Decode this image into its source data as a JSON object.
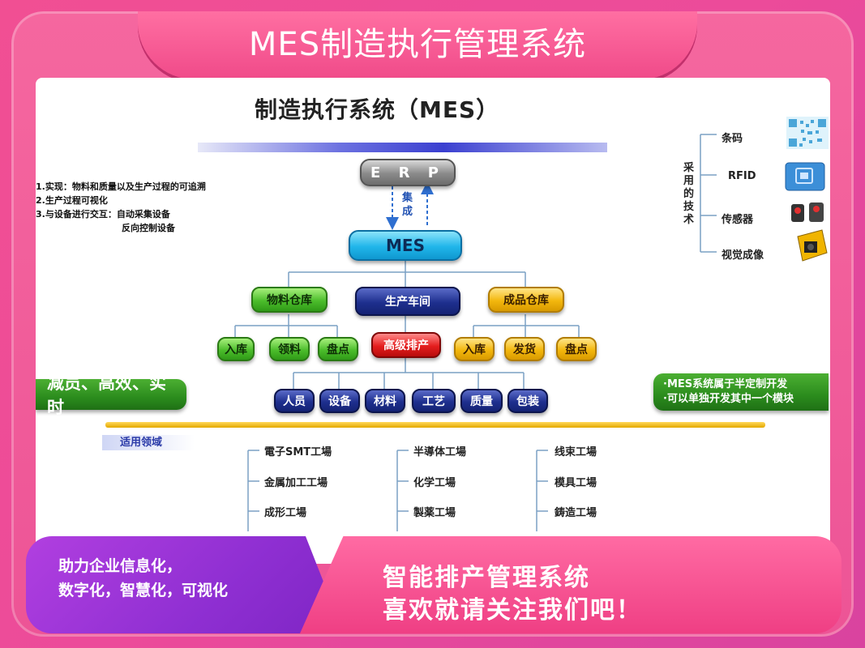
{
  "banner_title": "MES制造执行管理系统",
  "diagram_title": "制造执行系统（MES）",
  "erp": "E R P",
  "integration": "集成",
  "mes": "MES",
  "level1": [
    "物料仓库",
    "生产车间",
    "成品仓库"
  ],
  "material_children": [
    "入库",
    "领料",
    "盘点"
  ],
  "workshop_child": "高级排产",
  "product_children": [
    "入库",
    "发货",
    "盘点"
  ],
  "resources": [
    "人员",
    "设备",
    "材料",
    "工艺",
    "质量",
    "包装"
  ],
  "notes": [
    "1.实现：物料和质量以及生产过程的可追溯",
    "2.生产过程可视化",
    "3.与设备进行交互：自动采集设备",
    "反向控制设备"
  ],
  "tech_label": "采用的技术",
  "tech_items": [
    "条码",
    "RFID",
    "传感器",
    "视觉成像"
  ],
  "left_pill": "减员、高效、实时",
  "right_pill": [
    "·MES系统属于半定制开发",
    "·可以单独开发其中一个模块"
  ],
  "domain_label": "适用领域",
  "domains": [
    [
      "電子SMT工場",
      "金属加工工場",
      "成形工場"
    ],
    [
      "半導体工場",
      "化学工場",
      "製薬工場"
    ],
    [
      "线束工場",
      "模具工場",
      "鋳造工場"
    ]
  ],
  "bottom_left": [
    "助力企业信息化，",
    "数字化，智慧化，可视化"
  ],
  "bottom_right": [
    "智能排产管理系统",
    "喜欢就请关注我们吧！"
  ]
}
